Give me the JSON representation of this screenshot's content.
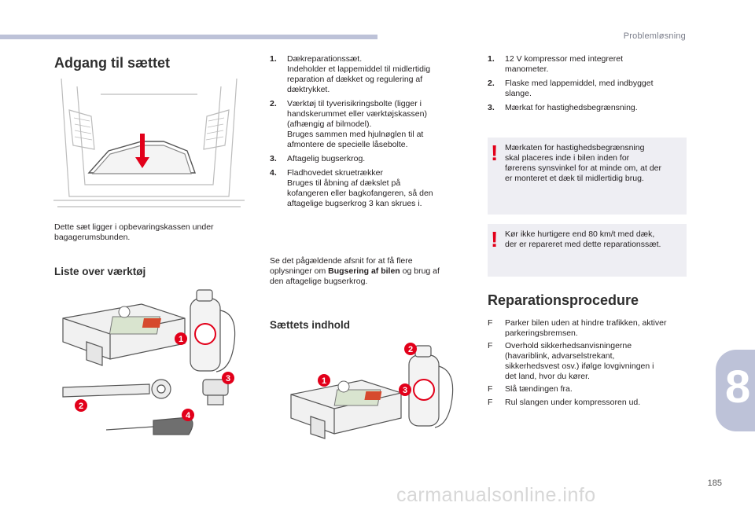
{
  "header": {
    "section": "Problemløsning"
  },
  "chapter": {
    "number": "8"
  },
  "page": {
    "number": "185"
  },
  "watermark": "carmanualsonline.info",
  "col1": {
    "title": "Adgang til sættet",
    "intro": [
      "Dette sæt ligger i opbevaringskassen under",
      "bagagerumsbunden."
    ],
    "tools_title": "Liste over værktøj",
    "badges": [
      "1",
      "2",
      "3",
      "4"
    ]
  },
  "col2": {
    "items": [
      {
        "num": "1.",
        "lines": [
          "Dækreparationssæt.",
          "Indeholder et lappemiddel til midlertidig",
          "reparation af dækket og regulering af",
          "dæktrykket."
        ]
      },
      {
        "num": "2.",
        "lines": [
          "Værktøj til tyverisikringsbolte (ligger i",
          "handskerummet eller værktøjskassen)",
          "(afhængig af bilmodel).",
          "Bruges sammen med hjulnøglen til at",
          "afmontere de specielle låsebolte."
        ]
      },
      {
        "num": "3.",
        "lines": [
          "Aftagelig bugserkrog."
        ]
      },
      {
        "num": "4.",
        "lines": [
          "Fladhovedet skruetrækker",
          "Bruges til åbning af dækslet på",
          "kofangeren eller bagkofangeren, så den",
          "aftagelige bugserkrog 3 kan skrues i."
        ]
      }
    ],
    "ref_line1": "Se det pågældende afsnit for at få flere",
    "ref_line2a": "oplysninger om ",
    "ref_line2b": "Bugsering af bilen",
    "ref_line2c": " og brug af",
    "ref_line3": "den aftagelige bugserkrog.",
    "contents_title": "Sættets indhold",
    "badges": [
      "1",
      "2",
      "3"
    ]
  },
  "col3": {
    "items": [
      {
        "num": "1.",
        "lines": [
          "12 V kompressor med integreret",
          "manometer."
        ]
      },
      {
        "num": "2.",
        "lines": [
          "Flaske med lappemiddel, med indbygget",
          "slange."
        ]
      },
      {
        "num": "3.",
        "lines": [
          "Mærkat for hastighedsbegrænsning."
        ]
      }
    ],
    "warn1": [
      "Mærkaten for hastighedsbegrænsning",
      "skal placeres inde i bilen inden for",
      "førerens synsvinkel for at minde om, at der",
      "er monteret et dæk til midlertidig brug."
    ],
    "warn2": [
      "Kør ikke hurtigere end 80 km/t med dæk,",
      "der er repareret med dette reparationssæt."
    ],
    "warn_mark": "!",
    "proc_title": "Reparationsprocedure",
    "bullet": "F",
    "procedure": [
      [
        "Parker bilen uden at hindre trafikken, aktiver",
        "parkeringsbremsen."
      ],
      [
        "Overhold sikkerhedsanvisningerne",
        "(havariblink, advarselstrekant,",
        "sikkerhedsvest osv.) ifølge lovgivningen i",
        "det land, hvor du kører."
      ],
      [
        "Slå tændingen fra."
      ],
      [
        "Rul slangen under kompressoren ud."
      ]
    ]
  },
  "colors": {
    "accent_bar": "#bdc2d8",
    "badge": "#e2001a",
    "warning": "#e2001a",
    "note_bg": "#eeeef3"
  }
}
